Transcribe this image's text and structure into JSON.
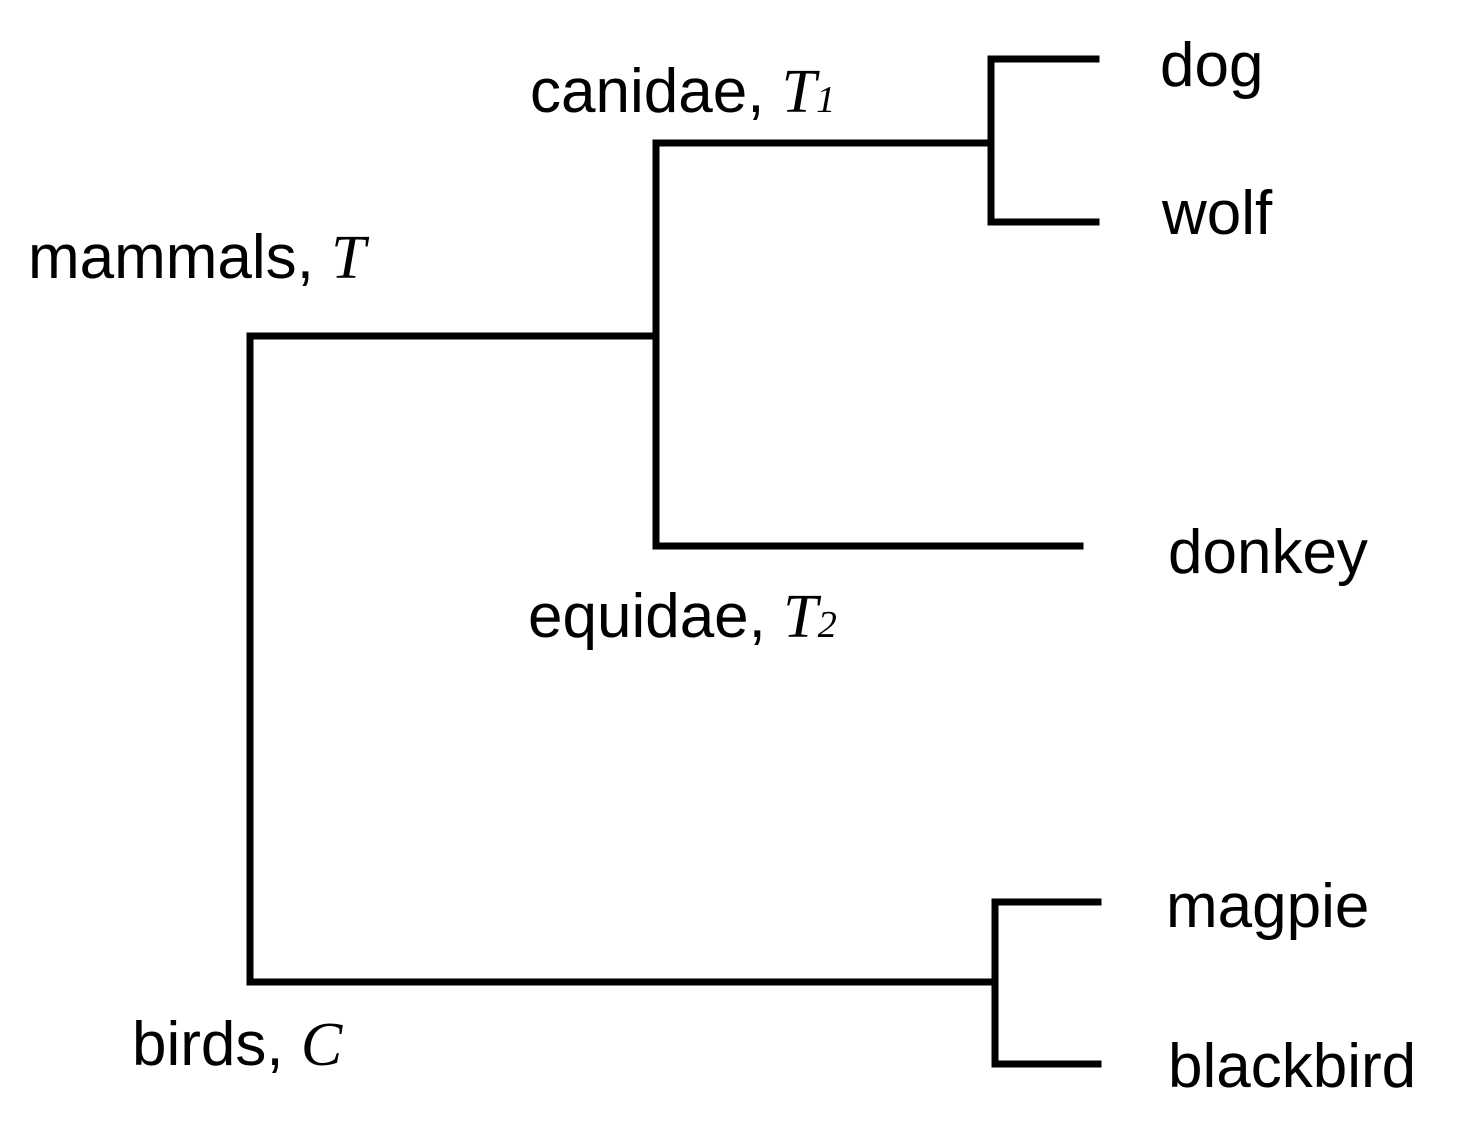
{
  "internal_nodes": {
    "mammals": {
      "name": "mammals",
      "sep": ", ",
      "symbol": "T",
      "subscript": ""
    },
    "canidae": {
      "name": "canidae",
      "sep": ", ",
      "symbol": "T",
      "subscript": "1"
    },
    "equidae": {
      "name": "equidae",
      "sep": ", ",
      "symbol": "T",
      "subscript": "2"
    },
    "birds": {
      "name": "birds",
      "sep": ", ",
      "symbol": "C",
      "subscript": ""
    }
  },
  "leaves": {
    "dog": "dog",
    "wolf": "wolf",
    "donkey": "donkey",
    "magpie": "magpie",
    "blackbird": "blackbird"
  },
  "colors": {
    "line": "#000000",
    "text": "#000000",
    "background": "#ffffff"
  }
}
